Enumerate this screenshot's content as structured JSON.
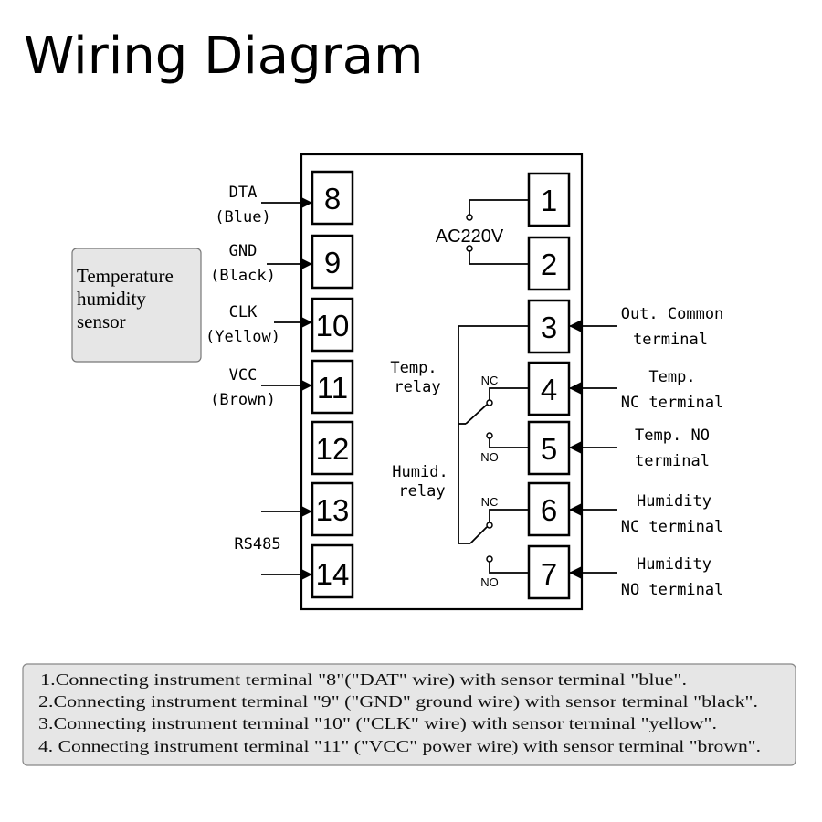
{
  "title": "Wiring Diagram",
  "sensor_label": [
    "Temperature",
    "humidity",
    "sensor"
  ],
  "terminals": [
    "8",
    "9",
    "10",
    "11",
    "12",
    "13",
    "14",
    "1",
    "2",
    "3",
    "4",
    "5",
    "6",
    "7"
  ],
  "left_labels": {
    "dta": [
      "DTA",
      "(Blue)"
    ],
    "gnd": [
      "GND",
      "(Black)"
    ],
    "clk": [
      "CLK",
      "(Yellow)"
    ],
    "vcc": [
      "VCC",
      "(Brown)"
    ],
    "rs485": "RS485"
  },
  "inner_labels": {
    "ac": "AC220V",
    "temp_relay": [
      "Temp.",
      "relay"
    ],
    "humid_relay": [
      "Humid.",
      "relay"
    ],
    "nc": "NC",
    "no": "NO"
  },
  "right_labels": {
    "t3": [
      "Out. Common",
      "terminal"
    ],
    "t4": [
      "Temp.",
      "NC terminal"
    ],
    "t5": [
      "Temp. NO",
      "terminal"
    ],
    "t6": [
      "Humidity",
      "NC terminal"
    ],
    "t7": [
      "Humidity",
      "NO terminal"
    ]
  },
  "notes": [
    "1.Connecting instrument terminal  \"8\"(\"DAT\" wire) with sensor terminal \"blue\".",
    "2.Connecting instrument terminal  \"9\" (\"GND\" ground wire) with sensor terminal \"black\".",
    "3.Connecting instrument terminal  \"10\" (\"CLK\" wire) with sensor terminal \"yellow\".",
    "4. Connecting instrument terminal  \"11\" (\"VCC\" power wire) with sensor terminal \"brown\"."
  ]
}
